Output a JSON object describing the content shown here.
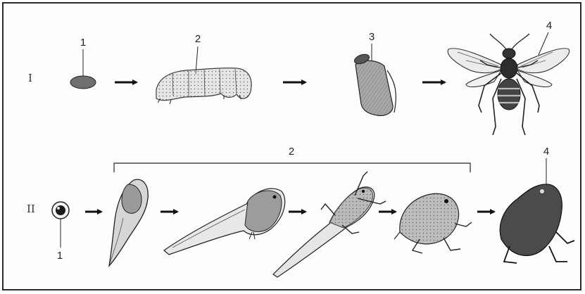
{
  "rows": [
    {
      "roman": "I",
      "stage_labels": [
        "1",
        "2",
        "3",
        "4"
      ]
    },
    {
      "roman": "II",
      "egg_label": "1",
      "bracket_label": "2",
      "adult_label": "4"
    }
  ],
  "icons": [
    "egg-icon",
    "caterpillar-larva-icon",
    "pupa-icon",
    "wasp-icon",
    "frog-egg-icon",
    "embryo-icon",
    "tadpole-icon",
    "tadpole-with-hindlegs-icon",
    "tadpole-with-four-legs-icon",
    "young-frog-icon",
    "adult-frog-icon",
    "arrow-icon"
  ],
  "colors": {
    "ink": "#222222",
    "shade": "#6b6b6b",
    "light": "#cfcfcf"
  }
}
